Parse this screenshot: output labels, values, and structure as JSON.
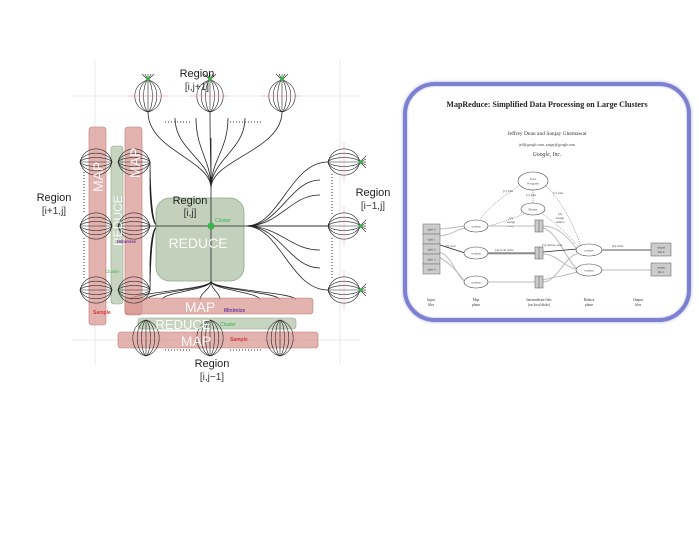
{
  "left_diagram": {
    "regions": {
      "top": {
        "label": "Region",
        "index": "[i,j+1]"
      },
      "center": {
        "label": "Region",
        "index": "[i,j]"
      },
      "left": {
        "label": "Region",
        "index": "[i+1,j]"
      },
      "right": {
        "label": "Region",
        "index": "[i−1,j]"
      },
      "bottom": {
        "label": "Region",
        "index": "[i,j−1]"
      }
    },
    "bars": {
      "left_map_outer": "MAP",
      "left_reduce": "REDUCE",
      "left_map_inner": "MAP",
      "center_reduce": "REDUCE",
      "bottom_map_inner": "MAP",
      "bottom_reduce": "REDUCE",
      "bottom_map_outer": "MAP"
    },
    "annotations": {
      "center_cluster": "Cluster",
      "left_minimize": "Minimize",
      "left_cluster": "Cluster",
      "left_sample": "Sample",
      "bottom_minimize": "Minimize",
      "bottom_cluster": "Cluster",
      "bottom_sample": "Sample"
    },
    "colors": {
      "map_fill": "#d99a94",
      "reduce_fill": "#b9c9b0",
      "cluster": "#3bb54a",
      "minimize": "#6a3a9c",
      "sample": "#d23a3a"
    }
  },
  "paper": {
    "title": "MapReduce: Simplified Data Processing on Large Clusters",
    "authors": "Jeffrey Dean and Sanjay Ghemawat",
    "emails": "jeff@google.com, sanjay@google.com",
    "affiliation": "Google, Inc.",
    "figure": {
      "user_program": [
        "User",
        "Program"
      ],
      "master": "Master",
      "fork_left": "(1) fork",
      "fork_mid": "(1) fork",
      "fork_right": "(1) fork",
      "assign_map": [
        "(2)",
        "assign",
        "map"
      ],
      "assign_reduce": [
        "(2)",
        "assign",
        "reduce"
      ],
      "read": "(3) read",
      "local_write": "(4) local write",
      "remote_read": "(5) remote read",
      "write": "(6) write",
      "worker": "worker",
      "splits": [
        "split 0",
        "split 1",
        "split 2",
        "split 3",
        "split 4"
      ],
      "outputs": [
        [
          "output",
          "file 0"
        ],
        [
          "output",
          "file 1"
        ]
      ],
      "phases": [
        [
          "Input",
          "files"
        ],
        [
          "Map",
          "phase"
        ],
        [
          "Intermediate files",
          "(on local disks)"
        ],
        [
          "Reduce",
          "phase"
        ],
        [
          "Output",
          "files"
        ]
      ]
    }
  }
}
